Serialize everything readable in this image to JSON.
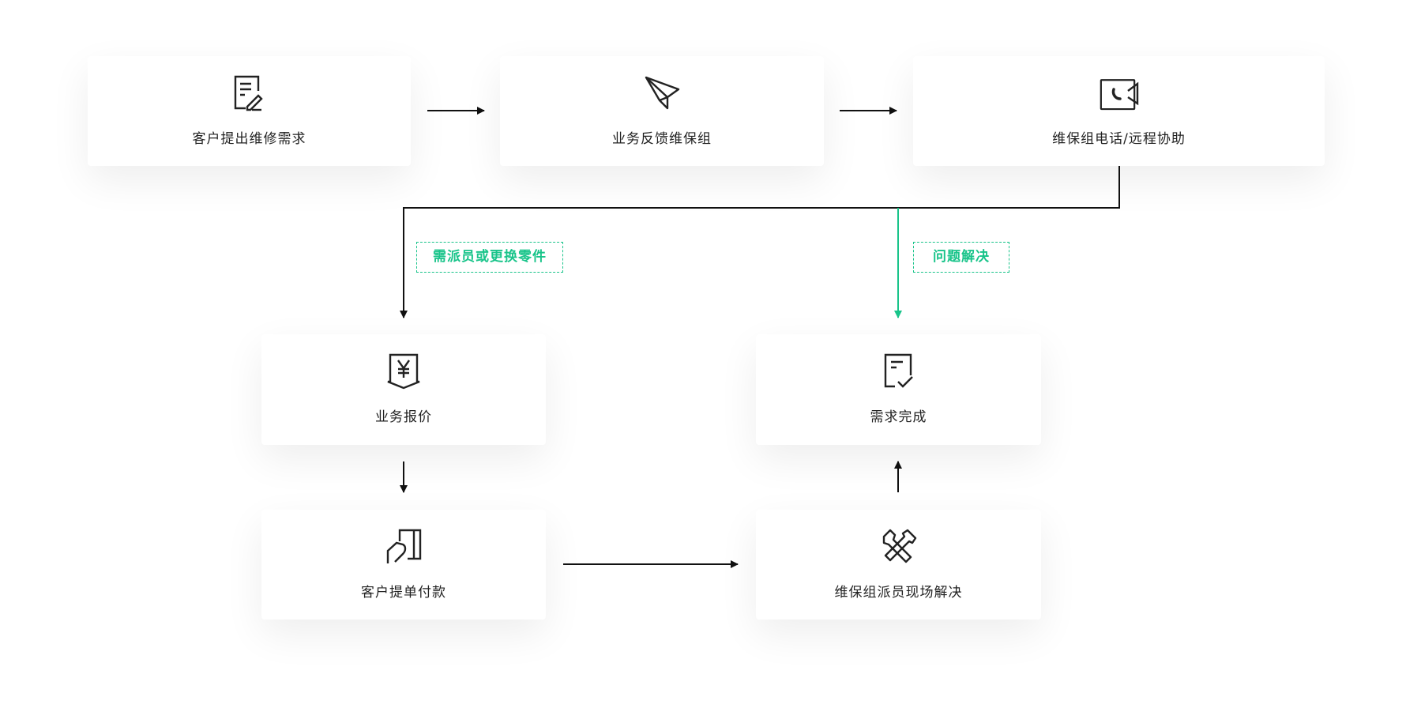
{
  "steps": {
    "request": {
      "label": "客户提出维修需求",
      "icon": "edit-document-icon"
    },
    "feedback": {
      "label": "业务反馈维保组",
      "icon": "paper-plane-icon"
    },
    "remote": {
      "label": "维保组电话/远程协助",
      "icon": "video-call-icon"
    },
    "quote": {
      "label": "业务报价",
      "icon": "yen-price-icon"
    },
    "payment": {
      "label": "客户提单付款",
      "icon": "hand-card-icon"
    },
    "done": {
      "label": "需求完成",
      "icon": "document-check-icon"
    },
    "onsite": {
      "label": "维保组派员现场解决",
      "icon": "tools-icon"
    }
  },
  "branches": {
    "dispatch": "需派员或更换零件",
    "solved": "问题解决"
  },
  "colors": {
    "accent": "#19c48a",
    "line": "#111111"
  }
}
